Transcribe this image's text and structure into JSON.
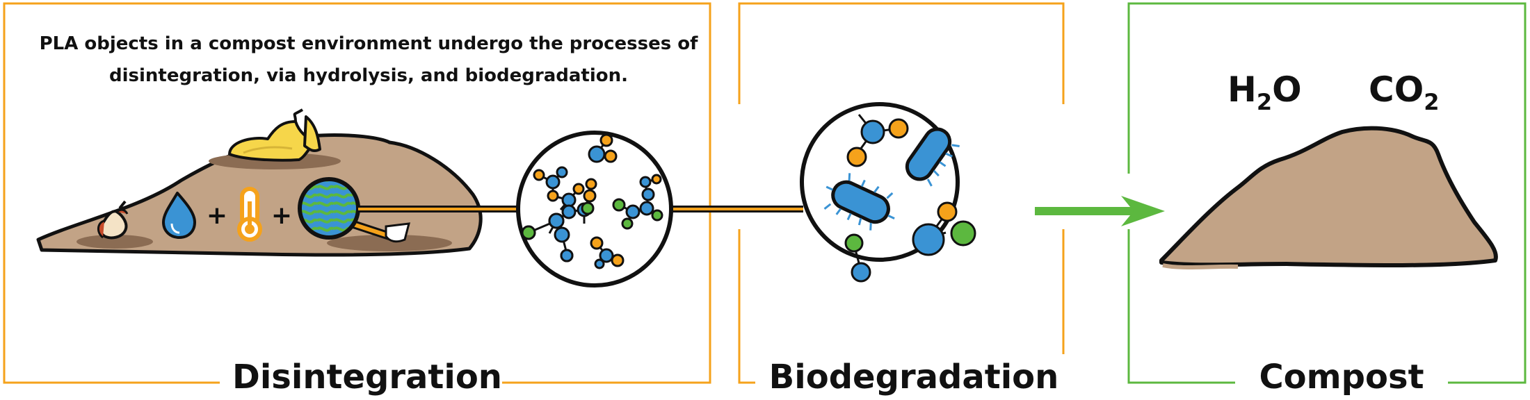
{
  "intro_text": "PLA objects in a compost environment undergo the processes of disintegration, via hydrolysis, and biodegradation.",
  "panels": [
    {
      "label": "Disintegration"
    },
    {
      "label": "Biodegradation"
    },
    {
      "label": "Compost"
    }
  ],
  "products": {
    "water": {
      "main": "H",
      "sub": "2",
      "tail": "O"
    },
    "co2": {
      "main": "CO",
      "sub": "2"
    }
  },
  "operators": {
    "plus": "+"
  },
  "colors": {
    "orange": "#f5a21b",
    "green": "#5cb83f",
    "blue": "#3a93d4",
    "soil": "#c2a386",
    "soil_dark": "#8b6c53",
    "banana": "#f6d64a",
    "outline": "#111111"
  }
}
